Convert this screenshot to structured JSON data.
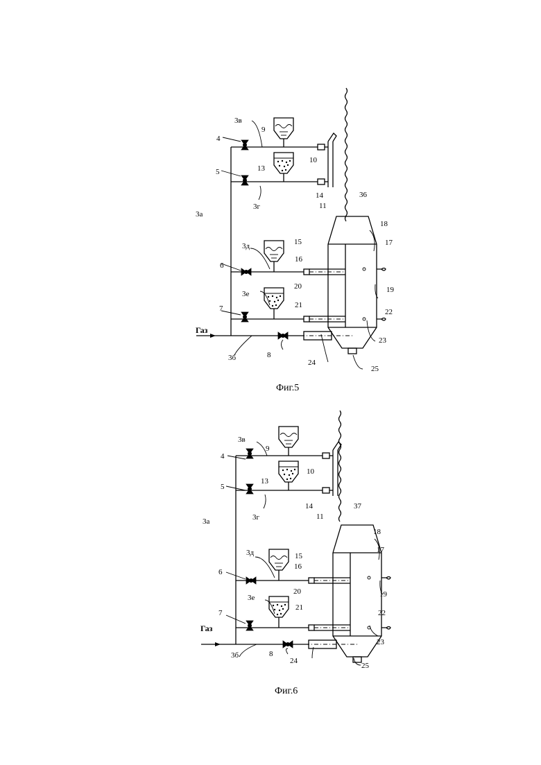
{
  "figures": [
    {
      "caption": "Фиг.5",
      "gas_label": "Газ",
      "chain_label": "36",
      "labels": {
        "l_3v": "3в",
        "l_9": "9",
        "l_4": "4",
        "l_10": "10",
        "l_13": "13",
        "l_5": "5",
        "l_14": "14",
        "l_11": "11",
        "l_3g": "3г",
        "l_3a": "3а",
        "l_18": "18",
        "l_17": "17",
        "l_3d": "3д",
        "l_15": "15",
        "l_6": "6",
        "l_16": "16",
        "l_20": "20",
        "l_3e": "3е",
        "l_19": "19",
        "l_7": "7",
        "l_21": "21",
        "l_22": "22",
        "l_23": "23",
        "l_8": "8",
        "l_3b": "3б",
        "l_24": "24",
        "l_25": "25"
      }
    },
    {
      "caption": "Фиг.6",
      "gas_label": "Газ",
      "chain_label": "37",
      "labels": {
        "l_3v": "3в",
        "l_9": "9",
        "l_4": "4",
        "l_10": "10",
        "l_13": "13",
        "l_5": "5",
        "l_14": "14",
        "l_11": "11",
        "l_3g": "3г",
        "l_3a": "3а",
        "l_18": "18",
        "l_17": "17",
        "l_3d": "3д",
        "l_15": "15",
        "l_6": "6",
        "l_16": "16",
        "l_20": "20",
        "l_3e": "3е",
        "l_19": "19",
        "l_7": "7",
        "l_21": "21",
        "l_22": "22",
        "l_23": "23",
        "l_8": "8",
        "l_3b": "3б",
        "l_24": "24",
        "l_25": "25"
      }
    }
  ]
}
